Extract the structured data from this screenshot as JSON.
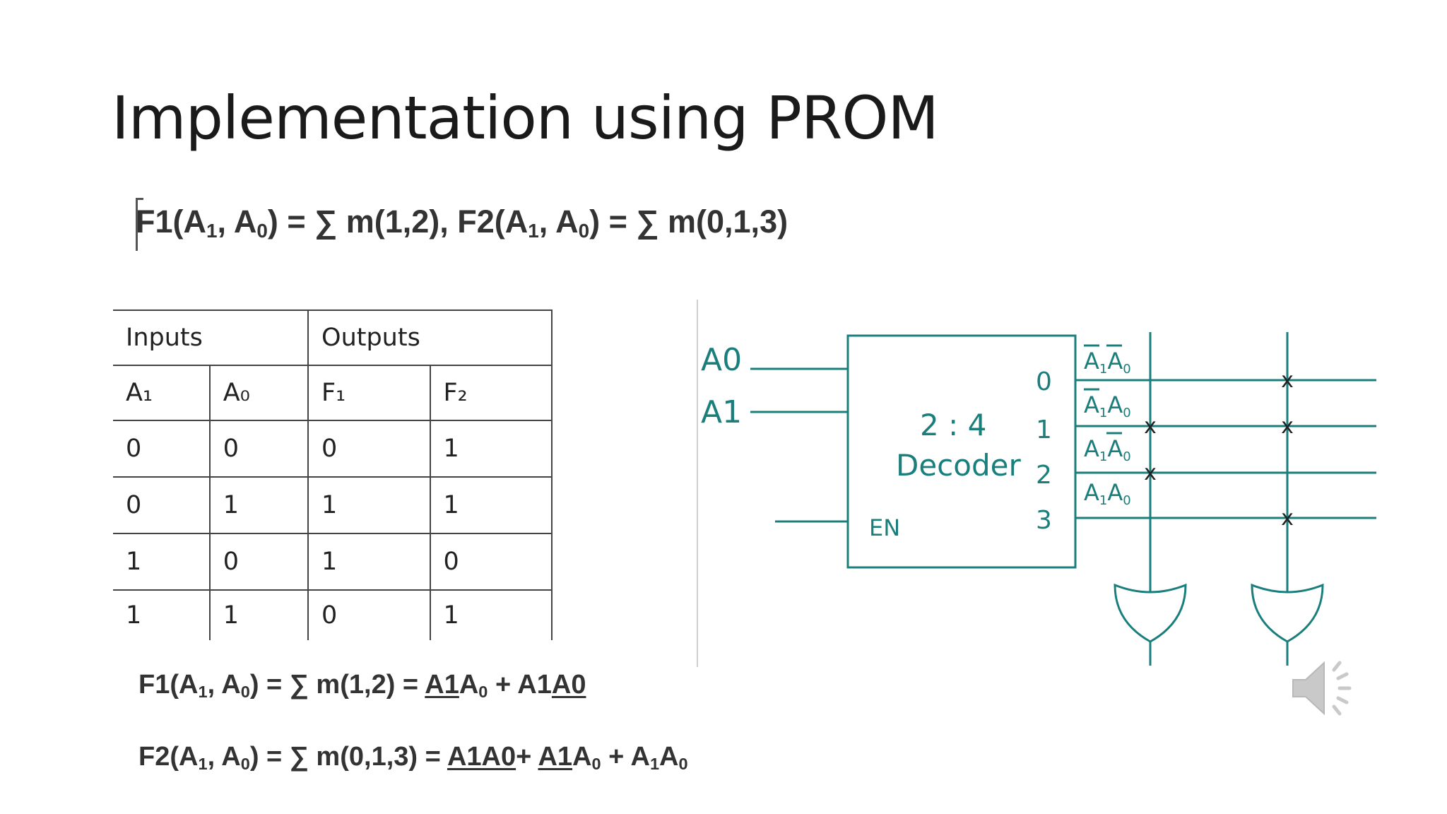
{
  "slide": {
    "title": "Implementation using PROM"
  },
  "formulas": {
    "top": {
      "f1_prefix": "F1(A",
      "f1_sub1": "1",
      "f1_mid": ", A",
      "f1_sub0": "0",
      "f1_rest": ") = ∑ m(1,2), F2(A",
      "f2_sub1": "1",
      "f2_mid": ", A",
      "f2_sub0": "0",
      "f2_rest": ") = ∑ m(0,1,3)"
    },
    "f1": {
      "prefix": "F1(A",
      "sub1": "1",
      "mid": ", A",
      "sub0": "0",
      "rest": ") = ∑ m(1,2) = ",
      "t1_ul": "A1",
      "t1_a": "A",
      "t1_sub": "0",
      "plus": " + A1",
      "t2_ul": "A0"
    },
    "f2": {
      "prefix": "F2(A",
      "sub1": "1",
      "mid": ", A",
      "sub0": "0",
      "rest": ") = ∑ m(0,1,3) = ",
      "t1_ul": "A1A0",
      "plus1": "+ ",
      "t2_ul": "A1",
      "t2_a": "A",
      "t2_sub": "0",
      "plus2": " + A",
      "t3_sub1": "1",
      "t3_a": "A",
      "t3_sub0": "0"
    }
  },
  "table": {
    "group_headers": [
      "Inputs",
      "Outputs"
    ],
    "column_headers": [
      "A₁",
      "A₀",
      "F₁",
      "F₂"
    ],
    "rows": [
      [
        "0",
        "0",
        "0",
        "1"
      ],
      [
        "0",
        "1",
        "1",
        "1"
      ],
      [
        "1",
        "0",
        "1",
        "0"
      ],
      [
        "1",
        "1",
        "0",
        "1"
      ]
    ]
  },
  "diagram": {
    "color": "#1a7f7c",
    "inputs": [
      "A0",
      "A1"
    ],
    "decoder_label_line1": "2 : 4",
    "decoder_label_line2": "Decoder",
    "enable_label": "EN",
    "output_indices": [
      "0",
      "1",
      "2",
      "3"
    ],
    "minterm_labels": [
      {
        "a1": "A",
        "s1": "1",
        "a0": "A",
        "s0": "0",
        "bar1": true,
        "bar0": true
      },
      {
        "a1": "A",
        "s1": "1",
        "a0": "A",
        "s0": "0",
        "bar1": true,
        "bar0": false
      },
      {
        "a1": "A",
        "s1": "1",
        "a0": "A",
        "s0": "0",
        "bar1": false,
        "bar0": true
      },
      {
        "a1": "A",
        "s1": "1",
        "a0": "A",
        "s0": "0",
        "bar1": false,
        "bar0": false
      }
    ],
    "fuse_mark": "x"
  }
}
